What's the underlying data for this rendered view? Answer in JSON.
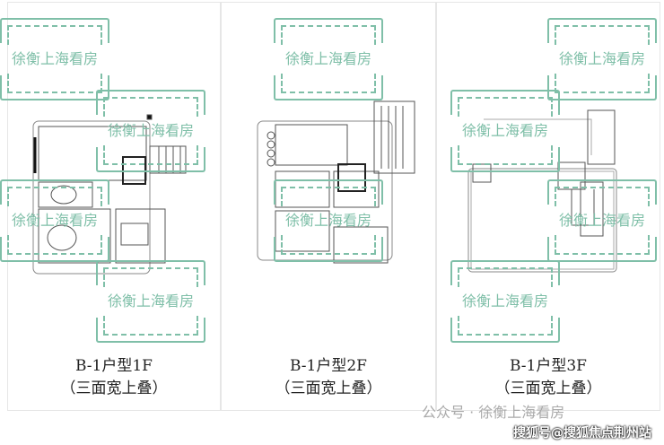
{
  "plans": [
    {
      "title": "B-1户型1F",
      "subtitle": "（三面宽上叠）"
    },
    {
      "title": "B-1户型2F",
      "subtitle": "（三面宽上叠）"
    },
    {
      "title": "B-1户型3F",
      "subtitle": "（三面宽上叠）"
    }
  ],
  "watermark": {
    "text": "徐衡上海看房",
    "color": "#7fbfa8"
  },
  "footer": {
    "wechat": "公众号 · 徐衡上海看房",
    "source": "搜狐号@搜狐焦点荆州站"
  }
}
